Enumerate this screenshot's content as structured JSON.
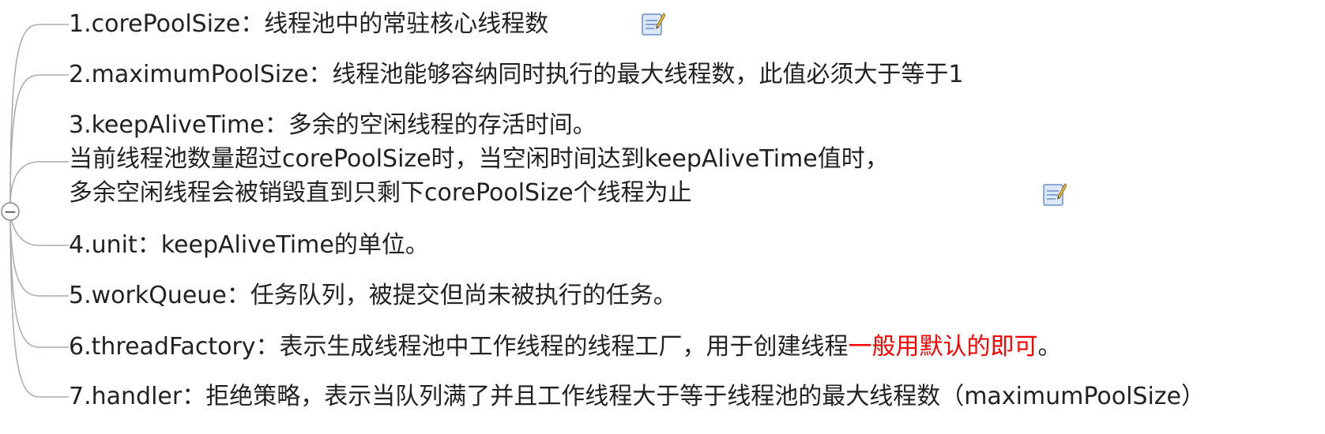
{
  "topics": [
    {
      "label": "1.corePoolSize：线程池中的常驻核心线程数"
    },
    {
      "label": "2.maximumPoolSize：线程池能够容纳同时执行的最大线程数，此值必须大于等于1"
    },
    {
      "lines": [
        "3.keepAliveTime：多余的空闲线程的存活时间。",
        "当前线程池数量超过corePoolSize时，当空闲时间达到keepAliveTime值时，",
        "多余空闲线程会被销毁直到只剩下corePoolSize个线程为止"
      ]
    },
    {
      "label": "4.unit：keepAliveTime的单位。"
    },
    {
      "label": "5.workQueue：任务队列，被提交但尚未被执行的任务。"
    },
    {
      "label": "6.threadFactory：表示生成线程池中工作线程的线程工厂，用于创建线程",
      "highlight": "一般用默认的即可",
      "tail": "。"
    },
    {
      "label": "7.handler：拒绝策略，表示当队列满了并且工作线程大于等于线程池的最大线程数（maximumPoolSize）"
    }
  ],
  "collapse_symbol": "−",
  "colors": {
    "text": "#222222",
    "highlight": "#ff0000",
    "connector": "#aaaaaa",
    "note_icon": "#6a8fc8"
  },
  "icons": [
    "note-icon",
    "note-icon"
  ]
}
